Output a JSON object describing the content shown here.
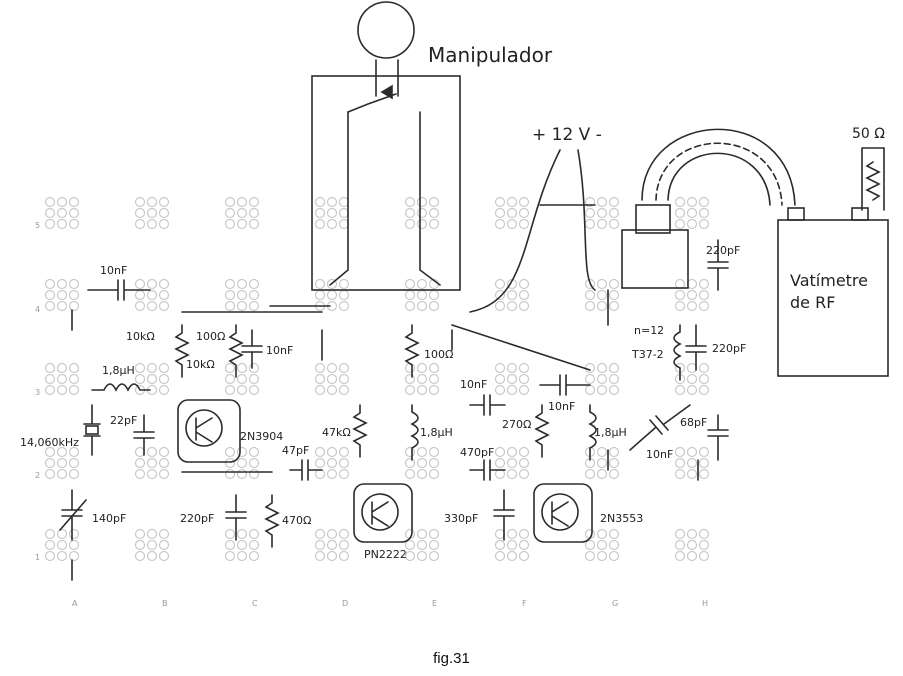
{
  "caption": "fig.31",
  "key": {
    "title": "Manipulador"
  },
  "power": {
    "label": "+ 12 V -"
  },
  "meter": {
    "line1": "Vatímetre",
    "line2": "de RF",
    "load": "50 Ω"
  },
  "columns": [
    "A",
    "B",
    "C",
    "D",
    "E",
    "F",
    "G",
    "H"
  ],
  "rows": [
    "5",
    "4",
    "3",
    "2",
    "1"
  ],
  "components": {
    "c_10nf_top": "10nF",
    "r_10k_a": "10kΩ",
    "r_100_a": "100Ω",
    "r_10k_b": "10kΩ",
    "c_10nf_b": "10nF",
    "l_1uh_a": "1,8µH",
    "crystal": "14,060kHz",
    "c_22pf": "22pF",
    "q_2n3904": "2N3904",
    "c_47pf": "47pF",
    "r_47k": "47kΩ",
    "l_1uh_b": "1,8µH",
    "r_100_b": "100Ω",
    "c_10nf_c": "10nF",
    "c_470pf": "470pF",
    "r_270": "270Ω",
    "c_10nf_d": "10nF",
    "l_1uh_c": "1,8µH",
    "c_10nf_e": "10nF",
    "c_68pf": "68pF",
    "toroid_n": "n=12",
    "toroid_core": "T37-2",
    "c_220pf_a": "220pF",
    "c_220pf_b": "220pF",
    "c_140pf": "140pF",
    "c_220pf_c": "220pF",
    "r_470": "470Ω",
    "q_pn2222": "PN2222",
    "c_330pf": "330pF",
    "q_2n3553": "2N3553"
  }
}
